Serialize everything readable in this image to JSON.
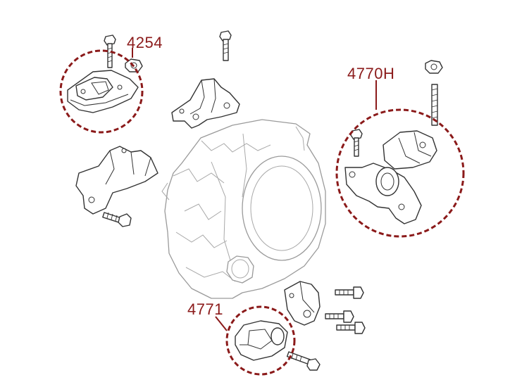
{
  "callouts": {
    "upper_left": "4254",
    "right": "4770H",
    "bottom": "4771"
  },
  "colors": {
    "callout": "#8b1a1a",
    "line": "#333333",
    "transmission": "#9a9a9a",
    "background": "#ffffff"
  }
}
